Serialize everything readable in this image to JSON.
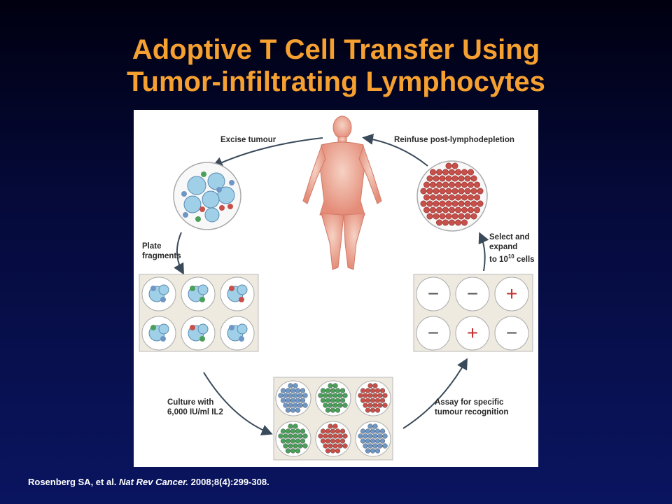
{
  "title": {
    "line1": "Adoptive T Cell Transfer Using",
    "line2": "Tumor-infiltrating Lymphocytes"
  },
  "diagram": {
    "steps": {
      "excise": "Excise tumour",
      "reinfuse": "Reinfuse post-lymphodepletion",
      "plate_line1": "Plate",
      "plate_line2": "fragments",
      "select_line1": "Select and",
      "select_line2": "expand",
      "select_line3_prefix": "to 10",
      "select_line3_exp": "10",
      "select_line3_suffix": "cells",
      "culture_line1": "Culture with",
      "culture_line2": "6,000 IU/ml IL2",
      "assay_line1": "Assay for specific",
      "assay_line2": "tumour recognition"
    },
    "assay_results": [
      "−",
      "−",
      "+",
      "−",
      "+",
      "−"
    ],
    "colors": {
      "tumour_cell": "#9fd0e8",
      "t_cell_blue": "#6f97c6",
      "t_cell_green": "#4aa05a",
      "t_cell_red": "#c8504a",
      "plus": "#c23030",
      "minus": "#555555",
      "panel": "#eeeae0",
      "body": "#e8a08c"
    }
  },
  "citation": {
    "authors": "Rosenberg SA, et al. ",
    "journal": "Nat Rev Cancer.",
    "details": " 2008;8(4):299-308."
  }
}
